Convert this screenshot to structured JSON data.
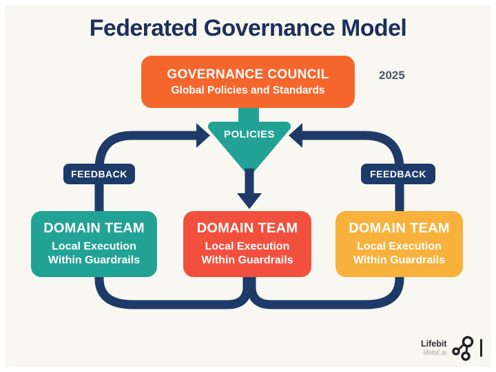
{
  "title": "Federated Governance Model",
  "year_label": "2025",
  "council": {
    "title": "GOVERNANCE COUNCIL",
    "subtitle": "Global Policies and Standards",
    "color": "#F5662D"
  },
  "funnel": {
    "label": "POLICIES",
    "color": "#22A295"
  },
  "feedback": {
    "left_label": "FEEDBACK",
    "right_label": "FEEDBACK",
    "color": "#1E3A68"
  },
  "domain_teams": [
    {
      "title": "DOMAIN TEAM",
      "line1": "Local Execution",
      "line2": "Within Guardrails",
      "color": "#22A295"
    },
    {
      "title": "DOMAIN TEAM",
      "line1": "Local Execution",
      "line2": "Within Guardrails",
      "color": "#F2503E"
    },
    {
      "title": "DOMAIN TEAM",
      "line1": "Local Execution",
      "line2": "Within Guardrails",
      "color": "#F7B13C"
    }
  ],
  "colors": {
    "navy_line": "#1E3A68",
    "background": "#F9F7F1",
    "title_text": "#1C2F5C",
    "year_text": "#49536A",
    "box_text": "#FFFFFF"
  },
  "footer": {
    "brand": "Lifebit",
    "domain": "lifebit.ai",
    "icon": "molecule-icon"
  }
}
